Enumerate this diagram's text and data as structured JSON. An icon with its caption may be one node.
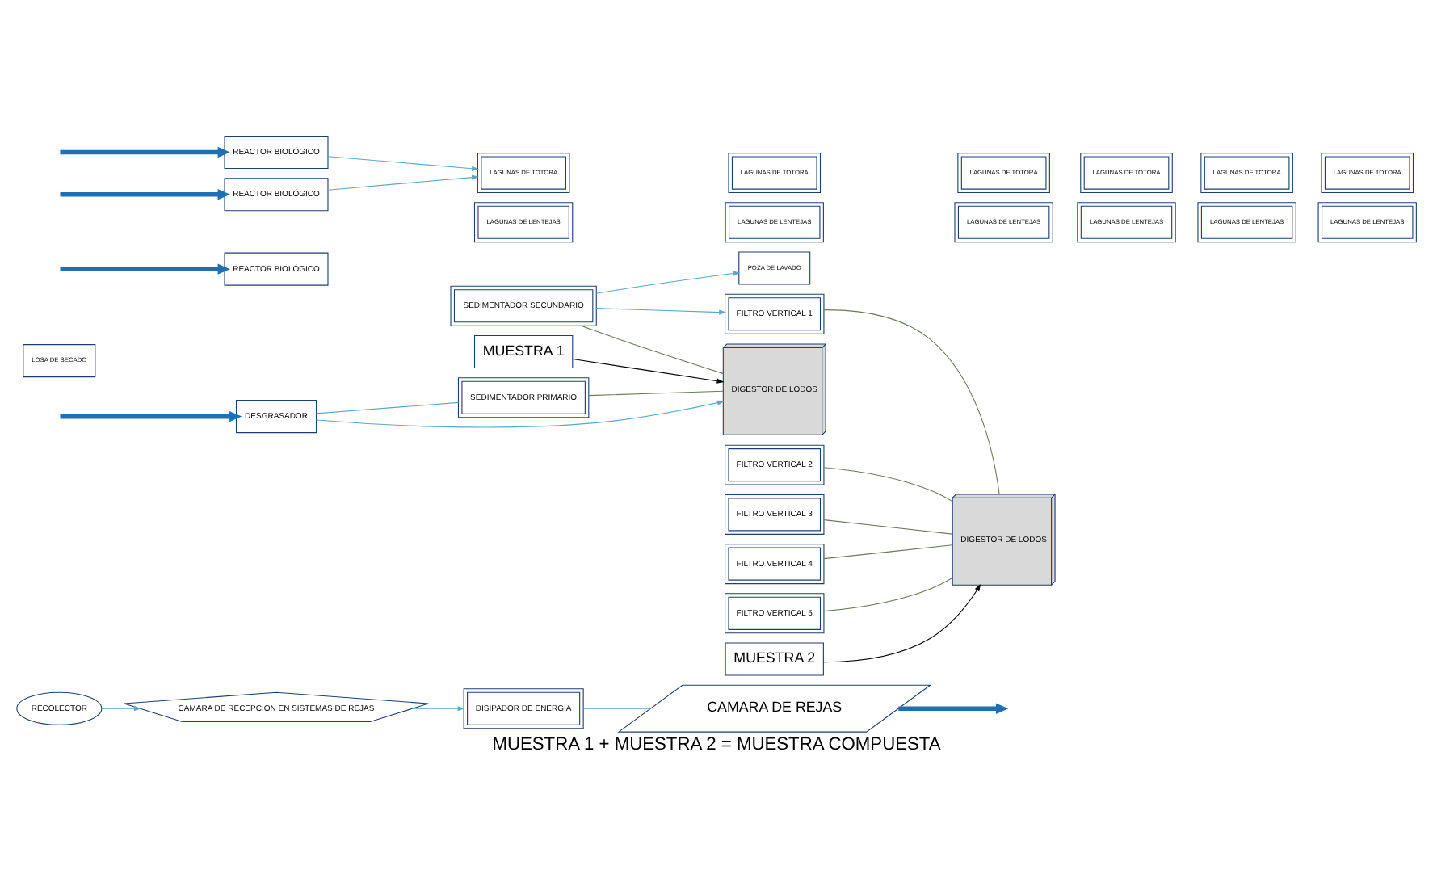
{
  "diagram": {
    "caption": "MUESTRA 1 + MUESTRA 2 = MUESTRA COMPUESTA",
    "nodes": [
      {
        "text": [
          "RECOLECTOR"
        ]
      },
      {
        "text": [
          "CAMARA DE RECEPCIÓN EN SISTEMAS DE REJAS"
        ]
      },
      {
        "text": [
          "DISIPADOR DE ENERGÍA"
        ]
      },
      {
        "text": [
          "CAMARA DE REJAS"
        ]
      },
      {
        "text": [
          "DESGRASADOR"
        ]
      },
      {
        "text": [
          "SEDIMENTADOR PRIMARIO"
        ]
      },
      {
        "text": [
          "SEDIMENTADOR SECUNDARIO"
        ]
      },
      {
        "text": [
          "LOSA DE SECADO"
        ]
      },
      {
        "text": [
          "POZA DE LAVADO"
        ]
      },
      {
        "text": [
          "FILTRO VERTICAL 1"
        ]
      },
      {
        "text": [
          "FILTRO VERTICAL 2"
        ]
      },
      {
        "text": [
          "FILTRO VERTICAL 3"
        ]
      },
      {
        "text": [
          "FILTRO VERTICAL 4"
        ]
      },
      {
        "text": [
          "FILTRO VERTICAL 5"
        ]
      },
      {
        "text": [
          "REACTOR BIOLÓGICO"
        ]
      },
      {
        "text": [
          "REACTOR BIOLÓGICO"
        ]
      },
      {
        "text": [
          "REACTOR BIOLÓGICO"
        ]
      },
      {
        "text": [
          "LAGUNAS DE TOTORA"
        ]
      },
      {
        "text": [
          "LAGUNAS DE TOTORA"
        ]
      },
      {
        "text": [
          "LAGUNAS DE TOTORA"
        ]
      },
      {
        "text": [
          "LAGUNAS DE TOTORA"
        ]
      },
      {
        "text": [
          "LAGUNAS DE TOTORA"
        ]
      },
      {
        "text": [
          "LAGUNAS DE TOTORA"
        ]
      },
      {
        "text": [
          "LAGUNAS DE LENTEJAS"
        ]
      },
      {
        "text": [
          "LAGUNAS DE LENTEJAS"
        ]
      },
      {
        "text": [
          "LAGUNAS DE LENTEJAS"
        ]
      },
      {
        "text": [
          "LAGUNAS DE LENTEJAS"
        ]
      },
      {
        "text": [
          "LAGUNAS DE LENTEJAS"
        ]
      },
      {
        "text": [
          "LAGUNAS DE LENTEJAS"
        ]
      },
      {
        "text": [
          "DIGESTOR DE LODOS"
        ]
      },
      {
        "text": [
          "DIGESTOR DE LODOS"
        ]
      },
      {
        "text": [
          "MUESTRA 1"
        ]
      },
      {
        "text": [
          "MUESTRA 2"
        ]
      }
    ],
    "edges": [
      {
        "from": 0,
        "to": 1,
        "arrow": "to"
      },
      {
        "from": 1,
        "to": 2,
        "arrow": "to"
      },
      {
        "from": 2,
        "to": 3,
        "arrow": "none"
      },
      {
        "from": 3,
        "to": null,
        "arrow": "to",
        "style": "thick",
        "color": "#1f6fb5"
      },
      {
        "from": null,
        "to": 4,
        "arrow": "to",
        "style": "thick",
        "color": "#1f6fb5"
      },
      {
        "from": 4,
        "to": 5,
        "arrow": "none"
      },
      {
        "from": 4,
        "to": 29,
        "arrow": "to"
      },
      {
        "from": 6,
        "to": 8,
        "arrow": "to"
      },
      {
        "from": 6,
        "to": 9,
        "arrow": "to"
      },
      {
        "from": 5,
        "to": 29,
        "arrow": "none",
        "color": "#6b7a5a"
      },
      {
        "from": 6,
        "to": 29,
        "arrow": "none",
        "color": "#6b7a5a"
      },
      {
        "from": 9,
        "to": 30,
        "arrow": "none",
        "color": "#6b7a5a"
      },
      {
        "from": 10,
        "to": 30,
        "arrow": "none",
        "color": "#6b7a5a"
      },
      {
        "from": 11,
        "to": 30,
        "arrow": "none",
        "color": "#6b7a5a"
      },
      {
        "from": 12,
        "to": 30,
        "arrow": "none",
        "color": "#6b7a5a"
      },
      {
        "from": 13,
        "to": 30,
        "arrow": "none",
        "color": "#6b7a5a"
      },
      {
        "from": null,
        "to": 14,
        "arrow": "to",
        "style": "thick",
        "color": "#1f6fb5"
      },
      {
        "from": null,
        "to": 15,
        "arrow": "to",
        "style": "thick",
        "color": "#1f6fb5"
      },
      {
        "from": null,
        "to": 16,
        "arrow": "to",
        "style": "thick",
        "color": "#1f6fb5"
      },
      {
        "from": 15,
        "to": 17,
        "arrow": "to"
      },
      {
        "from": 16,
        "to": 17,
        "arrow": "to"
      },
      {
        "from": 31,
        "to": 29,
        "arrow": "to",
        "color": "#000000"
      },
      {
        "from": 32,
        "to": 30,
        "arrow": "to",
        "color": "#000000"
      }
    ]
  }
}
